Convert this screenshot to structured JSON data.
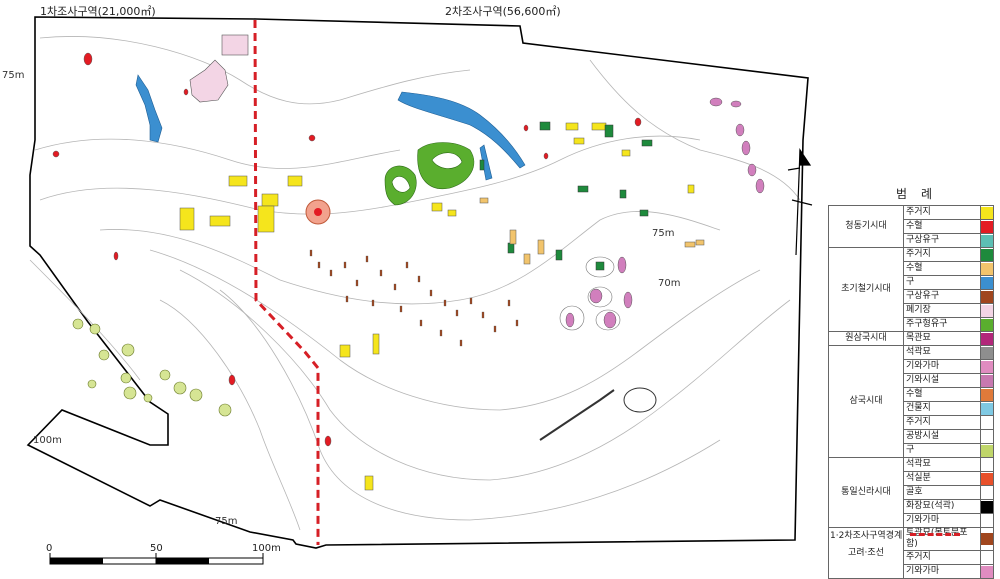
{
  "titles": {
    "left": "1차조사구역(21,000㎡)",
    "right": "2차조사구역(56,600㎡)"
  },
  "contour_labels": [
    "75m",
    "75m",
    "70m",
    "100m",
    "75m"
  ],
  "legend": {
    "title": "범례",
    "groups": [
      {
        "period": "청동기시대",
        "items": [
          {
            "label": "주거지",
            "color": "#f5e51c"
          },
          {
            "label": "수혈",
            "color": "#e31b23"
          },
          {
            "label": "구상유구",
            "color": "#5dbfb4"
          }
        ]
      },
      {
        "period": "초기철기시대",
        "items": [
          {
            "label": "주거지",
            "color": "#1e8a3c"
          },
          {
            "label": "수혈",
            "color": "#f2c46c"
          },
          {
            "label": "구",
            "color": "#3b8fd0"
          },
          {
            "label": "구상유구",
            "color": "#a0461e"
          },
          {
            "label": "폐기장",
            "color": "#f3d5e5"
          },
          {
            "label": "주구형유구",
            "color": "#5aae2e"
          }
        ]
      },
      {
        "period": "원삼국시대",
        "items": [
          {
            "label": "목관묘",
            "color": "#b2277a"
          }
        ]
      },
      {
        "period": "삼국시대",
        "items": [
          {
            "label": "석곽묘",
            "color": "#8e8e8e"
          },
          {
            "label": "기와가마",
            "color": "#e08cc0"
          },
          {
            "label": "기와시설",
            "color": "#c879b0"
          },
          {
            "label": "수혈",
            "color": "#e07a3a"
          },
          {
            "label": "건물지",
            "color": "#7fc9e3"
          },
          {
            "label": "주거지",
            "color": "#ffffff"
          },
          {
            "label": "공방시설",
            "color": "#ffffff"
          },
          {
            "label": "구",
            "color": "#c0d66a"
          }
        ]
      },
      {
        "period": "통일신라시대",
        "items": [
          {
            "label": "석곽묘",
            "color": "#ffffff"
          },
          {
            "label": "석실분",
            "color": "#e8502a"
          },
          {
            "label": "골호",
            "color": "#ffffff"
          },
          {
            "label": "화장묘(석곽)",
            "color": "#000000"
          },
          {
            "label": "기와가마",
            "color": "#ffffff"
          }
        ]
      },
      {
        "period": "고려·조선",
        "items": [
          {
            "label": "토광묘(봉토분포함)",
            "color": "#a0461e"
          },
          {
            "label": "주거지",
            "color": "#ffffff"
          },
          {
            "label": "기와가마",
            "color": "#e08cc0"
          }
        ]
      }
    ],
    "boundary_label": "1·2차조사구역경계",
    "boundary_color": "#d61f26"
  },
  "scale": {
    "labels": [
      "0",
      "50",
      "100m"
    ]
  }
}
